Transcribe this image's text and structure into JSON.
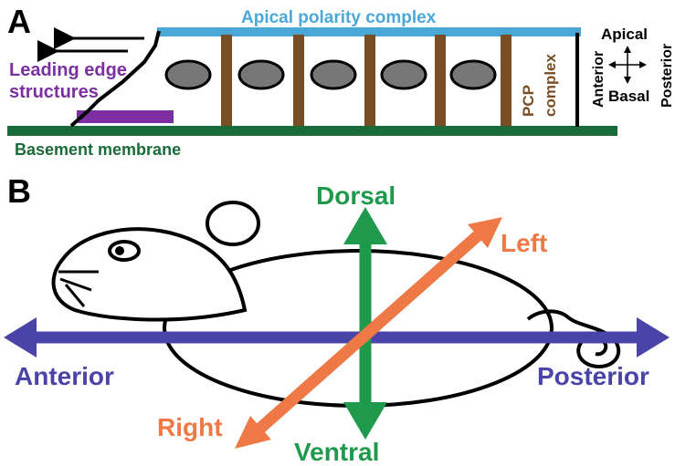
{
  "panel_a": {
    "label": "A",
    "apical_label": "Apical polarity complex",
    "leading_edge_label_line1": "Leading edge",
    "leading_edge_label_line2": "structures",
    "pcp_label_line1": "PCP",
    "pcp_label_line2": "complex",
    "basement_label": "Basement membrane",
    "compass": {
      "apical": "Apical",
      "basal": "Basal",
      "anterior": "Anterior",
      "posterior": "Posterior"
    },
    "colors": {
      "apical": "#4aa8d8",
      "basement": "#1a6b3a",
      "leading_edge": "#7b2fa0",
      "pcp": "#7a4e24",
      "nucleus": "#777777"
    }
  },
  "panel_b": {
    "label": "B",
    "dorsal": "Dorsal",
    "ventral": "Ventral",
    "left": "Left",
    "right": "Right",
    "anterior": "Anterior",
    "posterior": "Posterior",
    "colors": {
      "dorsal_ventral": "#1f9a4c",
      "left_right": "#ee7846",
      "anterior_posterior": "#4a44a8"
    }
  }
}
